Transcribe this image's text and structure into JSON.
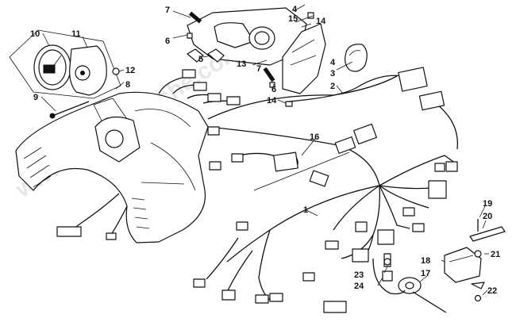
{
  "watermark": "www.bwpartsfiche.com",
  "callouts": [
    {
      "id": "c1",
      "text": "1"
    },
    {
      "id": "c2",
      "text": "2"
    },
    {
      "id": "c3",
      "text": "3"
    },
    {
      "id": "c4a",
      "text": "4"
    },
    {
      "id": "c4b",
      "text": "4"
    },
    {
      "id": "c5",
      "text": "5"
    },
    {
      "id": "c6a",
      "text": "6"
    },
    {
      "id": "c6b",
      "text": "6"
    },
    {
      "id": "c7a",
      "text": "7"
    },
    {
      "id": "c7b",
      "text": "7"
    },
    {
      "id": "c8",
      "text": "8"
    },
    {
      "id": "c9",
      "text": "9"
    },
    {
      "id": "c10",
      "text": "10"
    },
    {
      "id": "c11",
      "text": "11"
    },
    {
      "id": "c12",
      "text": "12"
    },
    {
      "id": "c13",
      "text": "13"
    },
    {
      "id": "c14a",
      "text": "14"
    },
    {
      "id": "c14b",
      "text": "14"
    },
    {
      "id": "c15",
      "text": "15"
    },
    {
      "id": "c16",
      "text": "16"
    },
    {
      "id": "c17",
      "text": "17"
    },
    {
      "id": "c18",
      "text": "18"
    },
    {
      "id": "c19",
      "text": "19"
    },
    {
      "id": "c20",
      "text": "20"
    },
    {
      "id": "c21",
      "text": "21"
    },
    {
      "id": "c22",
      "text": "22"
    },
    {
      "id": "c23",
      "text": "23"
    },
    {
      "id": "c24",
      "text": "24"
    }
  ]
}
